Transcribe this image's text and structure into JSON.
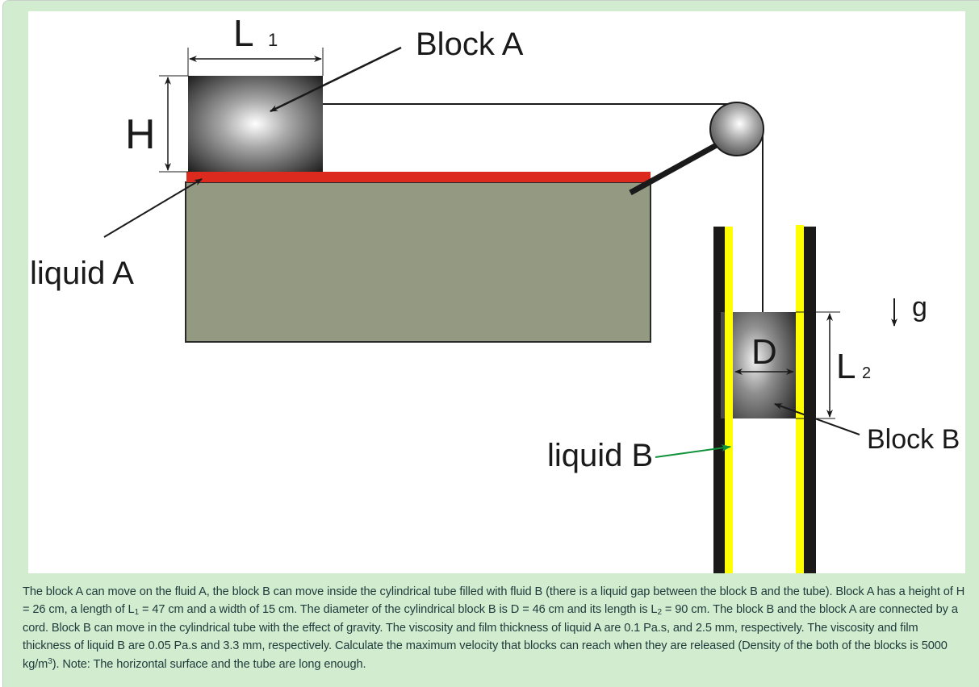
{
  "figure": {
    "labels": {
      "L1_main": "L",
      "L1_sub": "1",
      "block_a": "Block A",
      "H": "H",
      "liquid_a": "liquid A",
      "g": "g",
      "D": "D",
      "L2_main": "L",
      "L2_sub": "2",
      "block_b": "Block B",
      "liquid_b": "liquid B"
    },
    "colors": {
      "liquid_a_film": "#dc2a1e",
      "surface": "#949a82",
      "tube_wall": "#1c1a18",
      "liquid_b_film": "#ffff00",
      "liquid_b_arrow": "#10923a",
      "panel_bg": "#d2ecd0"
    }
  },
  "caption": {
    "s1": "The block A can move on the fluid A, the block B can move inside the cylindrical tube filled with fluid B (there is a liquid gap between the block B and the tube). Block A has a height of H = 26 cm, a length of L",
    "s1_sub": "1",
    "s2": " = 47 cm and a width of 15 cm. The diameter of the cylindrical block B is D = 46 cm and its length is L",
    "s2_sub": "2",
    "s3": " = 90 cm. The block B and the block A are connected by a cord. Block B can move in the cylindrical tube with the effect of gravity. The viscosity and film thickness of liquid A are 0.1 Pa.s, and 2.5 mm, respectively. The viscosity and film thickness of liquid B are 0.05 Pa.s and  3.3 mm, respectively.  Calculate the maximum velocity that blocks can reach when they are released (Density of the both of the blocks is 5000 kg/m",
    "s3_sup": "3",
    "s4": "). Note: The horizontal surface and the tube are long enough."
  }
}
